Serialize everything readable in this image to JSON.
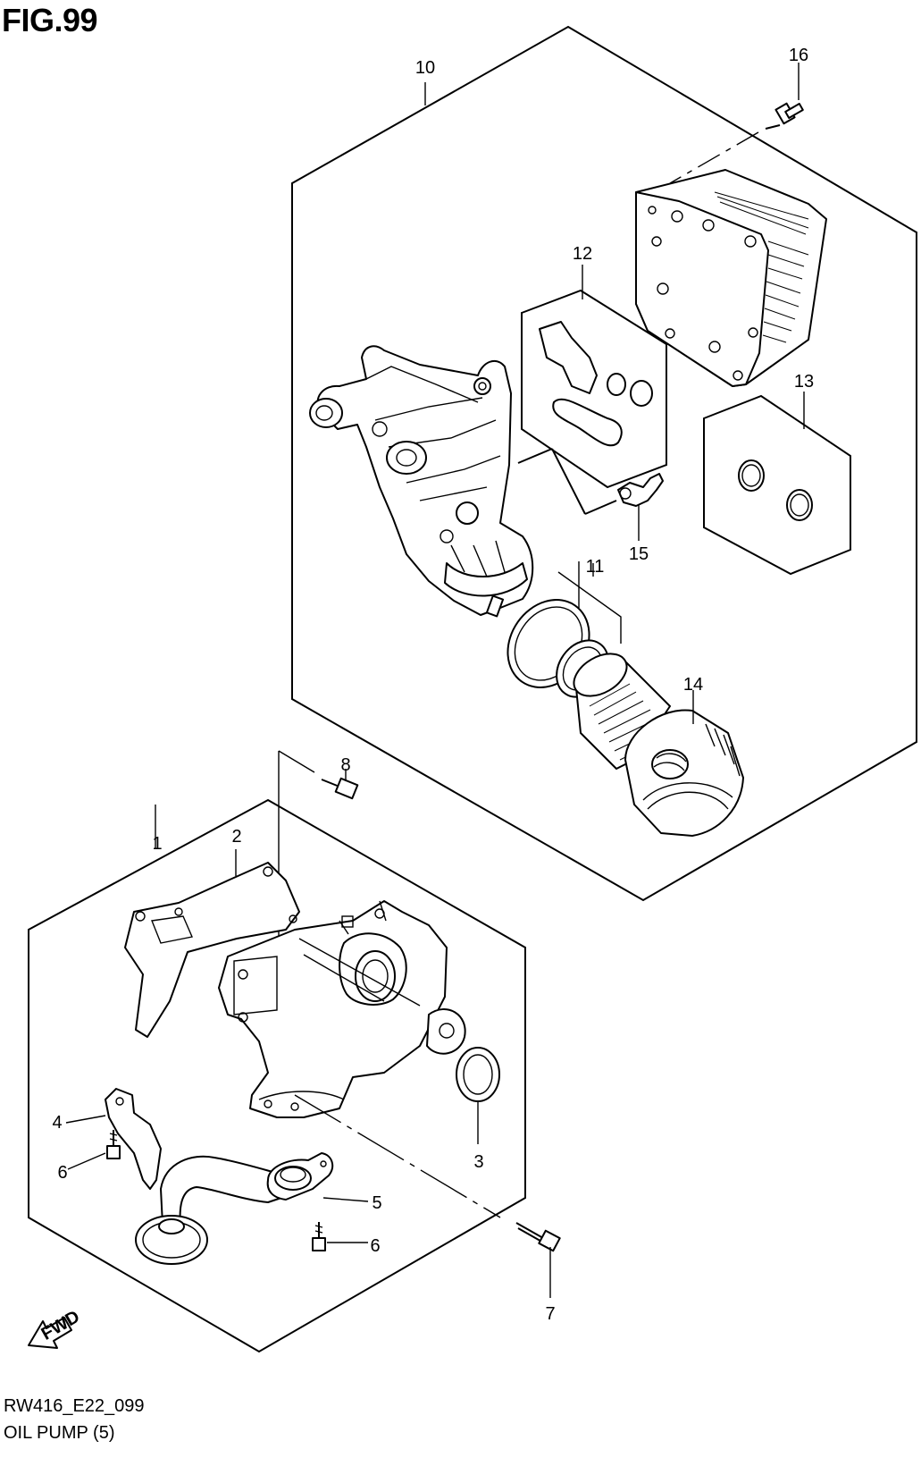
{
  "header": {
    "title": "FIG.99"
  },
  "footer": {
    "code": "RW416_E22_099",
    "name": "OIL PUMP (5)"
  },
  "fwd_label": "FWD",
  "callouts": [
    "1",
    "2",
    "3",
    "4",
    "5",
    "6",
    "6",
    "7",
    "8",
    "10",
    "11",
    "12",
    "13",
    "14",
    "15",
    "16"
  ]
}
